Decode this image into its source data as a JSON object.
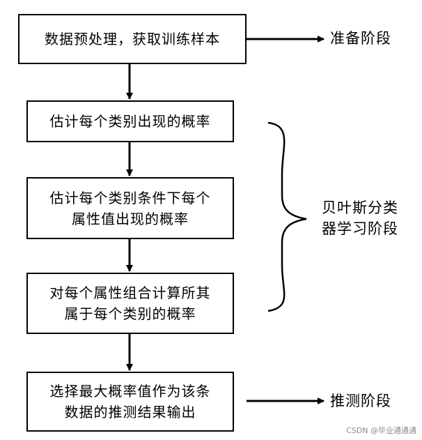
{
  "steps": [
    {
      "id": "preprocess",
      "lines": [
        "数据预处理，获取训练样本"
      ]
    },
    {
      "id": "class-probability",
      "lines": [
        "估计每个类别出现的概率"
      ]
    },
    {
      "id": "conditional-probability",
      "lines": [
        "估计每个类别条件下每个",
        "属性值出现的概率"
      ]
    },
    {
      "id": "combination-probability",
      "lines": [
        "对每个属性组合计算所其",
        "属于每个类别的概率"
      ]
    },
    {
      "id": "select-max",
      "lines": [
        "选择最大概率值作为该条",
        "数据的推测结果输出"
      ]
    }
  ],
  "stages": {
    "prepare": "准备阶段",
    "classifier": [
      "贝叶斯分类",
      "器学习阶段"
    ],
    "infer": "推测阶段"
  },
  "watermark": "CSDN @毕业通通通",
  "colors": {
    "stroke": "#000000",
    "background": "#ffffff",
    "watermark": "#8a8a8a"
  }
}
